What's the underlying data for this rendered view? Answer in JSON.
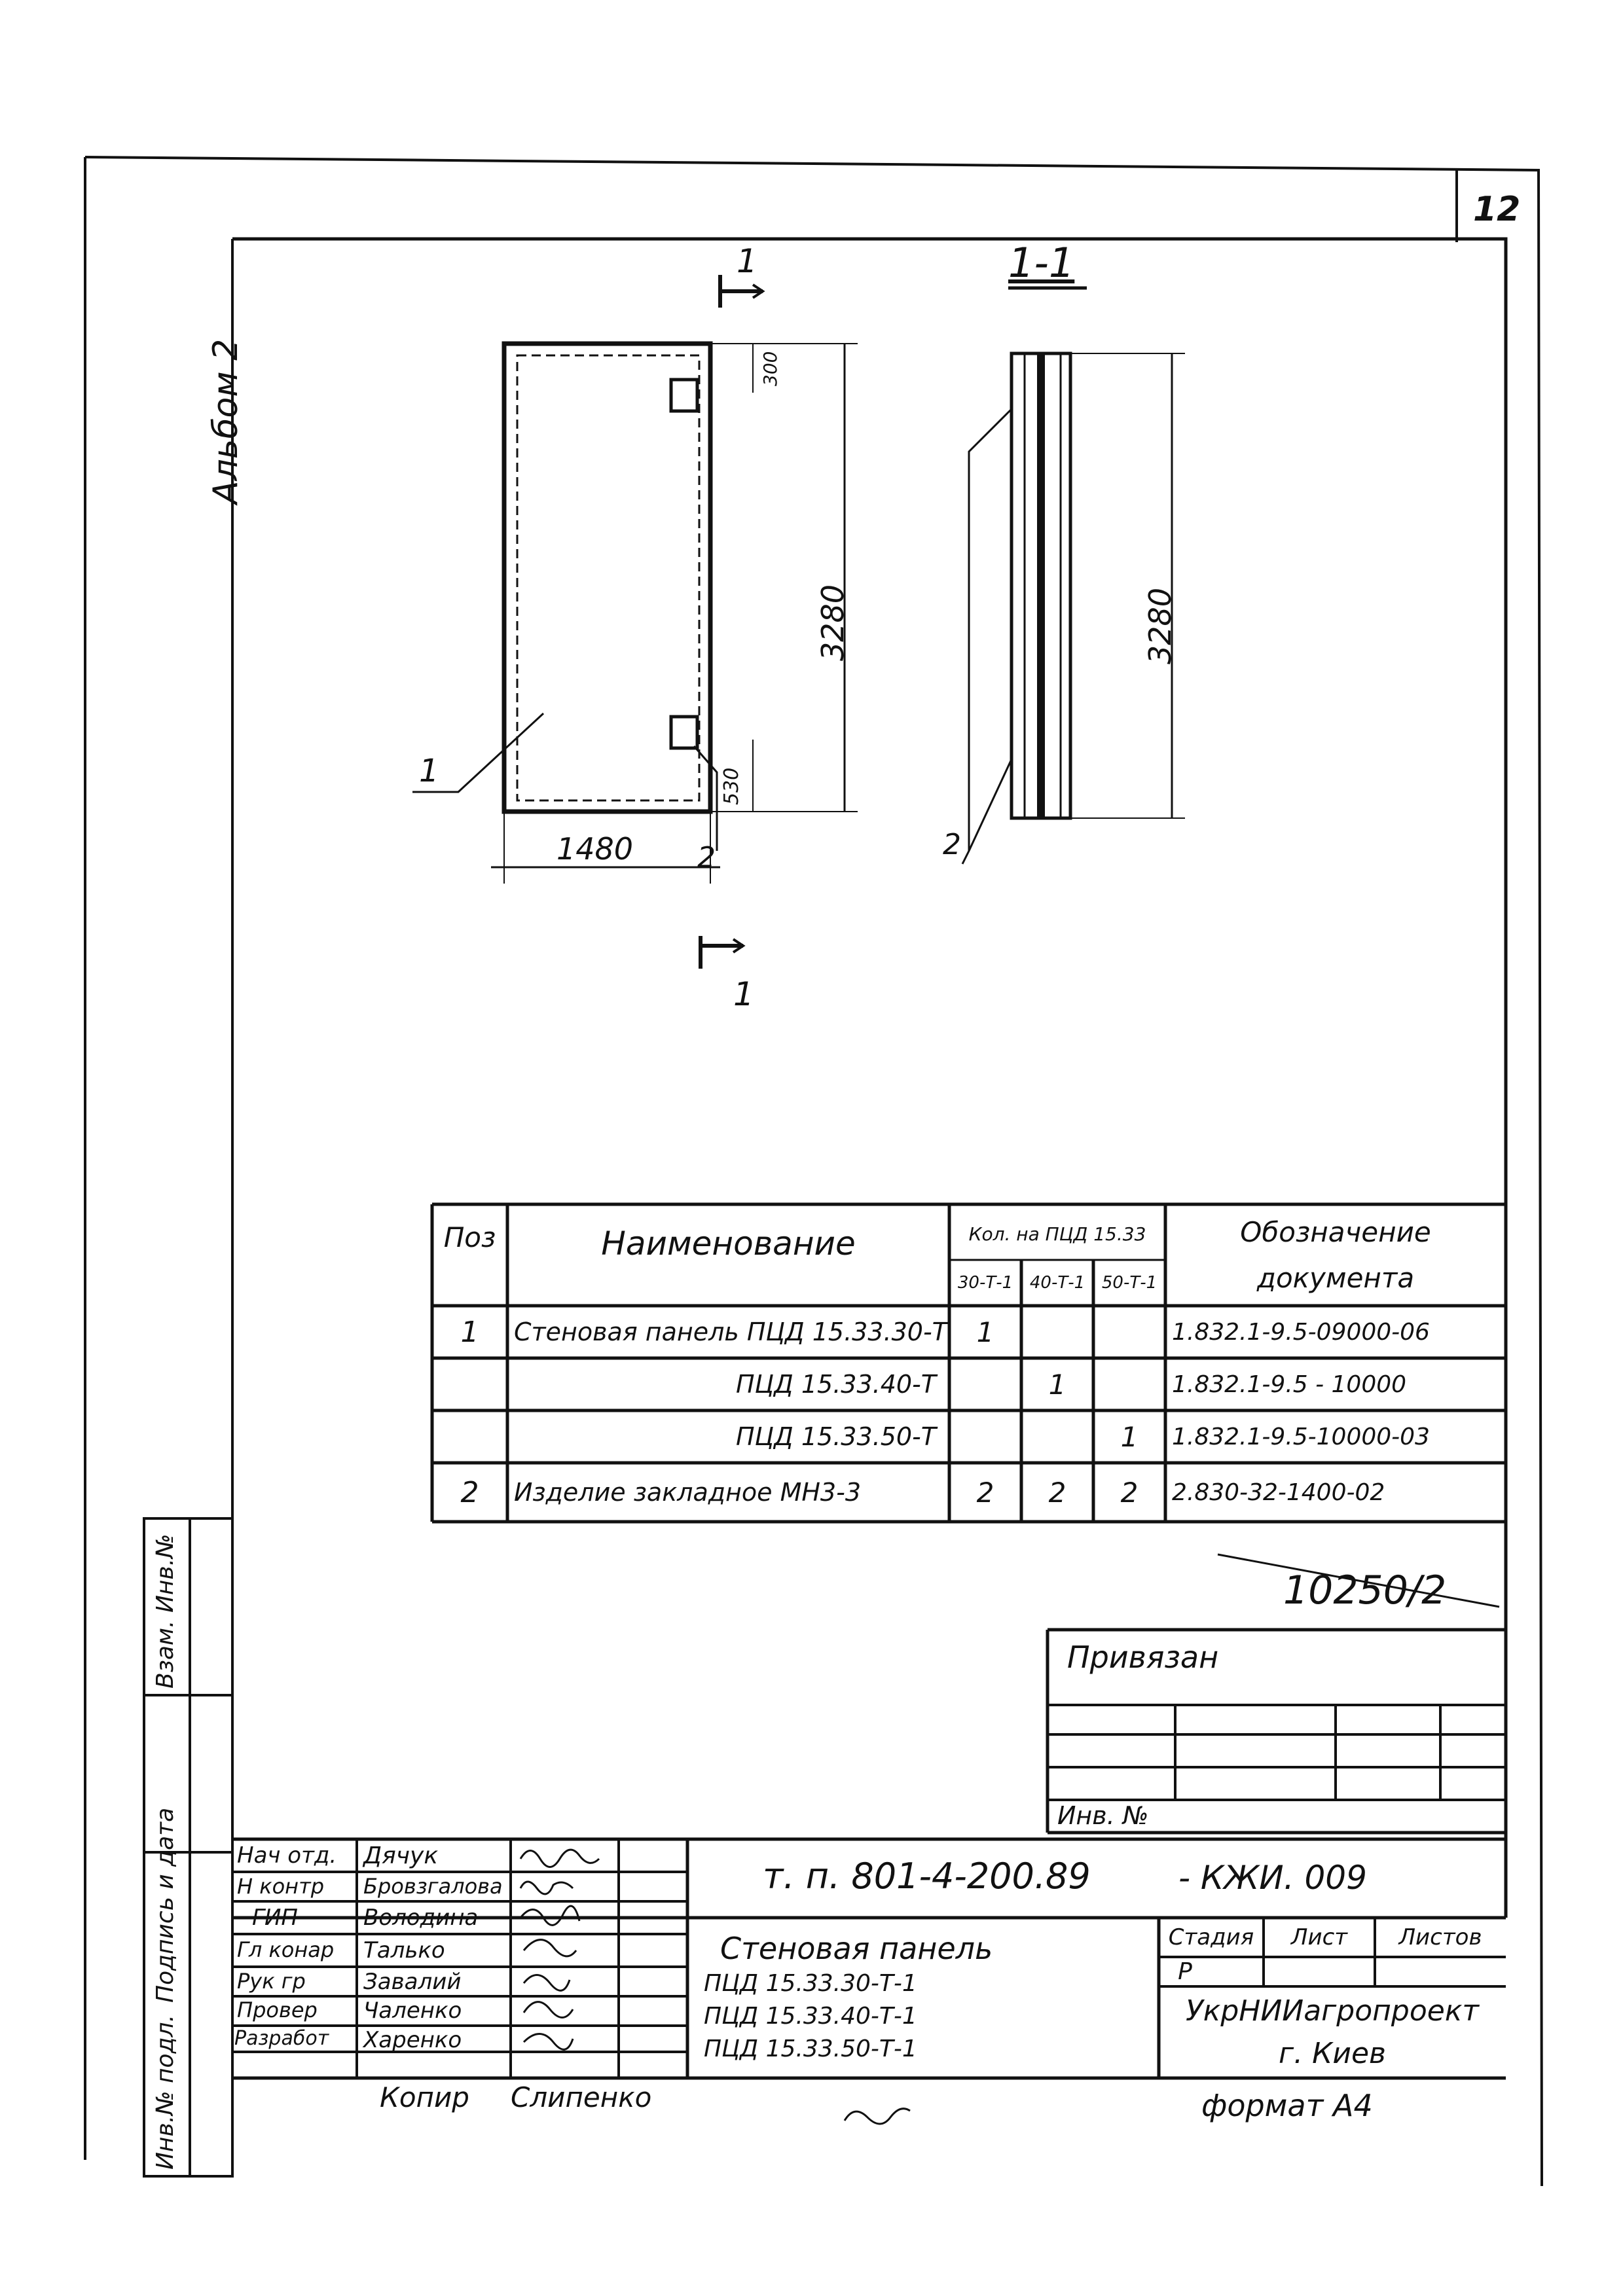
{
  "sheet": {
    "page_number": "12",
    "album_label": "Альбом 2",
    "format_label": "формат А4",
    "copied_by_label": "Копир",
    "copied_by_name": "Слипенко"
  },
  "drawing": {
    "section_mark": "1",
    "section_title": "1-1",
    "dim_width": "1480",
    "dim_height_front": "3280",
    "dim_height_side": "3280",
    "dim_top": "300",
    "dim_bottom": "530",
    "callout_1": "1",
    "callout_2": "2",
    "callout_2_side": "2"
  },
  "spec_table": {
    "headers": {
      "pos": "Поз",
      "name": "Наименование",
      "qty": "Кол. на ПЦД 15.33",
      "qty_sub": [
        "30-Т-1",
        "40-Т-1",
        "50-Т-1"
      ],
      "doc_line1": "Обозначение",
      "doc_line2": "документа"
    },
    "rows": [
      {
        "pos": "1",
        "name": "Стеновая панель ПЦД 15.33.30-Т",
        "q1": "1",
        "q2": "",
        "q3": "",
        "doc": "1.832.1-9.5-09000-06"
      },
      {
        "pos": "",
        "name": "ПЦД 15.33.40-Т",
        "q1": "",
        "q2": "1",
        "q3": "",
        "doc": "1.832.1-9.5 - 10000"
      },
      {
        "pos": "",
        "name": "ПЦД 15.33.50-Т",
        "q1": "",
        "q2": "",
        "q3": "1",
        "doc": "1.832.1-9.5-10000-03"
      },
      {
        "pos": "2",
        "name": "Изделие закладное  МН3-3",
        "q1": "2",
        "q2": "2",
        "q3": "2",
        "doc": "2.830-32-1400-02"
      }
    ]
  },
  "binding_block": {
    "number": "10250/2",
    "label": "Привязан",
    "inv_label": "Инв. №"
  },
  "title_block": {
    "roles": [
      "Нач отд.",
      "Н контр",
      "ГИП",
      "Гл конар",
      "Рук гр",
      "Провер",
      "Разработ"
    ],
    "names": [
      "Дячук",
      "Бровзгалова",
      "Володина",
      "Талько",
      "Завалий",
      "Чаленко",
      "Харенко"
    ],
    "code": "т. п. 801-4-200.89",
    "code_suffix": "- КЖИ. 009",
    "product_name": "Стеновая панель",
    "product_codes": [
      "ПЦД 15.33.30-Т-1",
      "ПЦД 15.33.40-Т-1",
      "ПЦД 15.33.50-Т-1"
    ],
    "stage_label": "Стадия",
    "sheet_label": "Лист",
    "sheets_label": "Листов",
    "stage_value": "Р",
    "organization": "УкрНИИагропроект",
    "city": "г. Киев"
  },
  "side_stamp": {
    "labels": [
      "Инв.№ подл.",
      "Подпись и дата",
      "Взам. Инв.№"
    ]
  }
}
